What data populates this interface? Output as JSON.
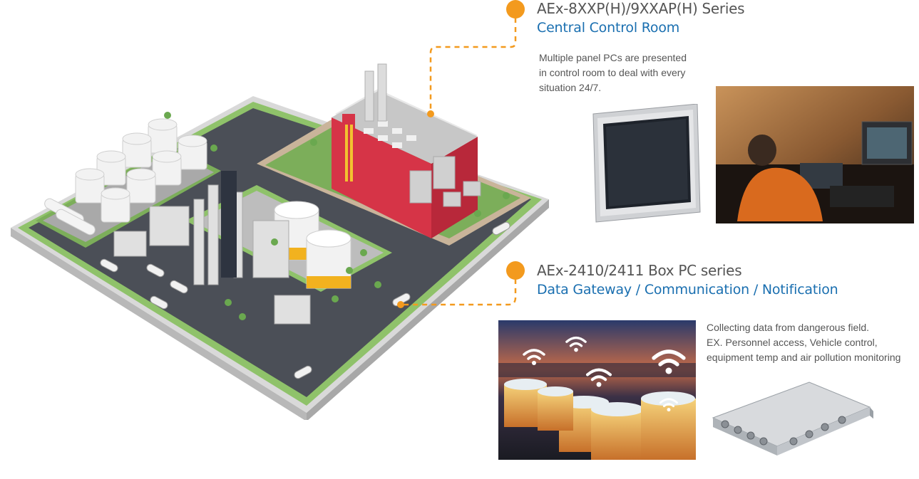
{
  "callouts": [
    {
      "title": "AEx-8XXP(H)/9XXAP(H) Series",
      "subtitle": "Central Control Room",
      "description": "Multiple panel PCs are presented\nin control room to deal with every\nsituation 24/7."
    },
    {
      "title": "AEx-2410/2411 Box PC series",
      "subtitle": "Data Gateway / Communication / Notification",
      "description": "Collecting data from dangerous field.\nEX. Personnel access, Vehicle control,\nequipment temp and air pollution monitoring"
    }
  ],
  "colors": {
    "accent_orange": "#f39a1e",
    "subtitle_blue": "#1a6fb0",
    "title_gray": "#555555"
  },
  "icons": [
    "panel-pc-image",
    "control-room-photo",
    "wifi-icon",
    "box-pc-image",
    "industrial-plant-illustration"
  ]
}
